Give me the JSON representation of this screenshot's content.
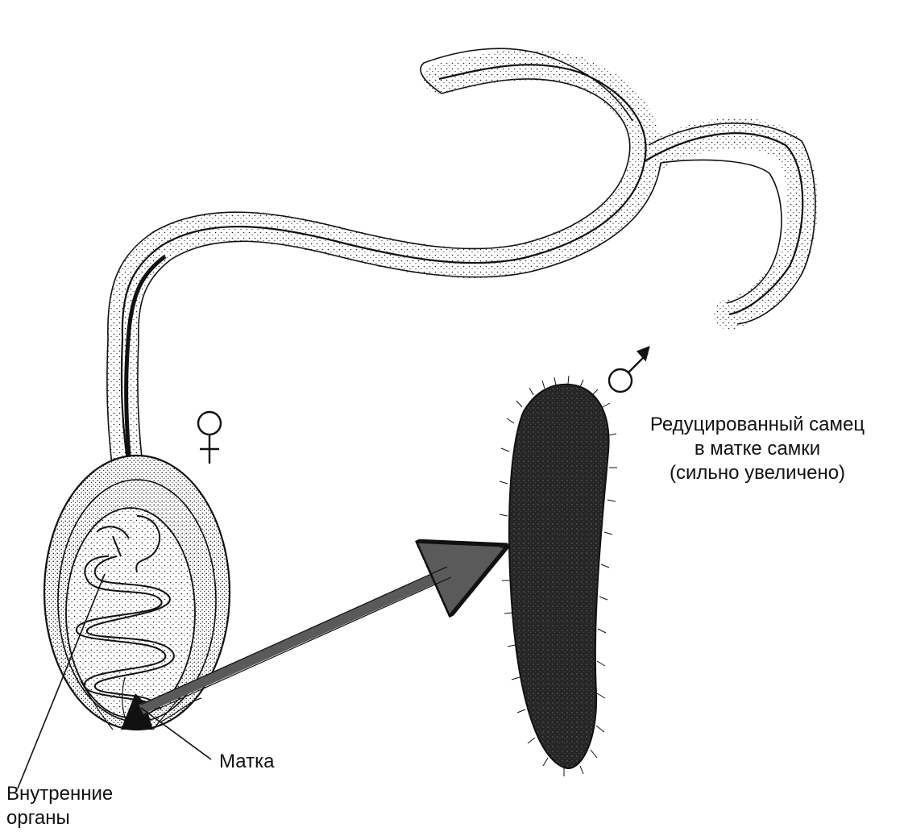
{
  "labels": {
    "male_caption_line1": "Редуцированный самец",
    "male_caption_line2": "в матке самки",
    "male_caption_line3": "(сильно увеличено)",
    "uterus": "Матка",
    "organs_line1": "Внутренние",
    "organs_line2": "органы"
  },
  "symbols": {
    "female": "female-symbol",
    "male": "male-symbol"
  },
  "colors": {
    "ink": "#111111",
    "paper": "#ffffff",
    "male_body": "#262626",
    "arrow": "#5a5a5a"
  }
}
